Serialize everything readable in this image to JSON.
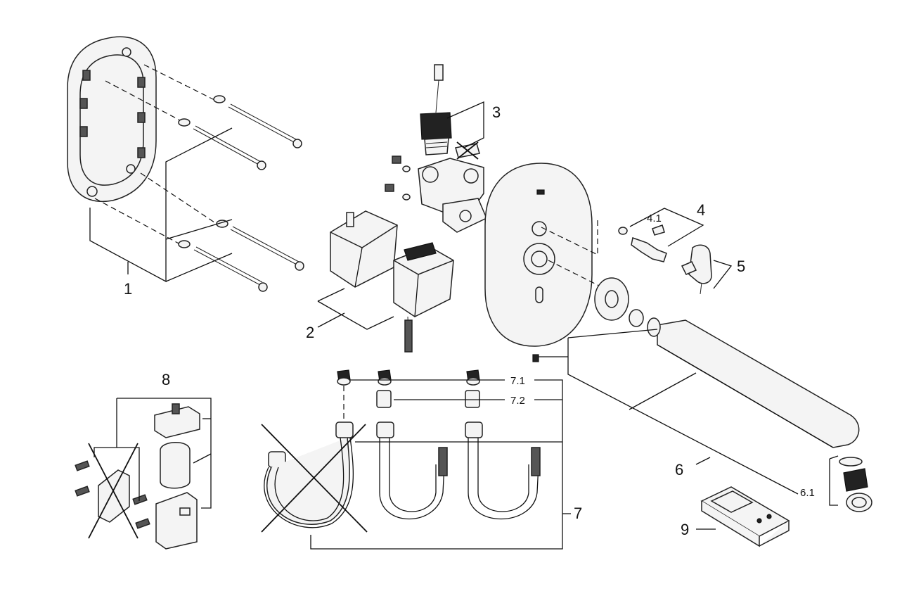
{
  "labels": {
    "p1": "1",
    "p2": "2",
    "p3": "3",
    "p4": "4",
    "p4_1": "4.1",
    "p5": "5",
    "p6": "6",
    "p6_1": "6.1",
    "p7": "7",
    "p7_1": "7.1",
    "p7_2": "7.2",
    "p8": "8",
    "p9": "9"
  }
}
